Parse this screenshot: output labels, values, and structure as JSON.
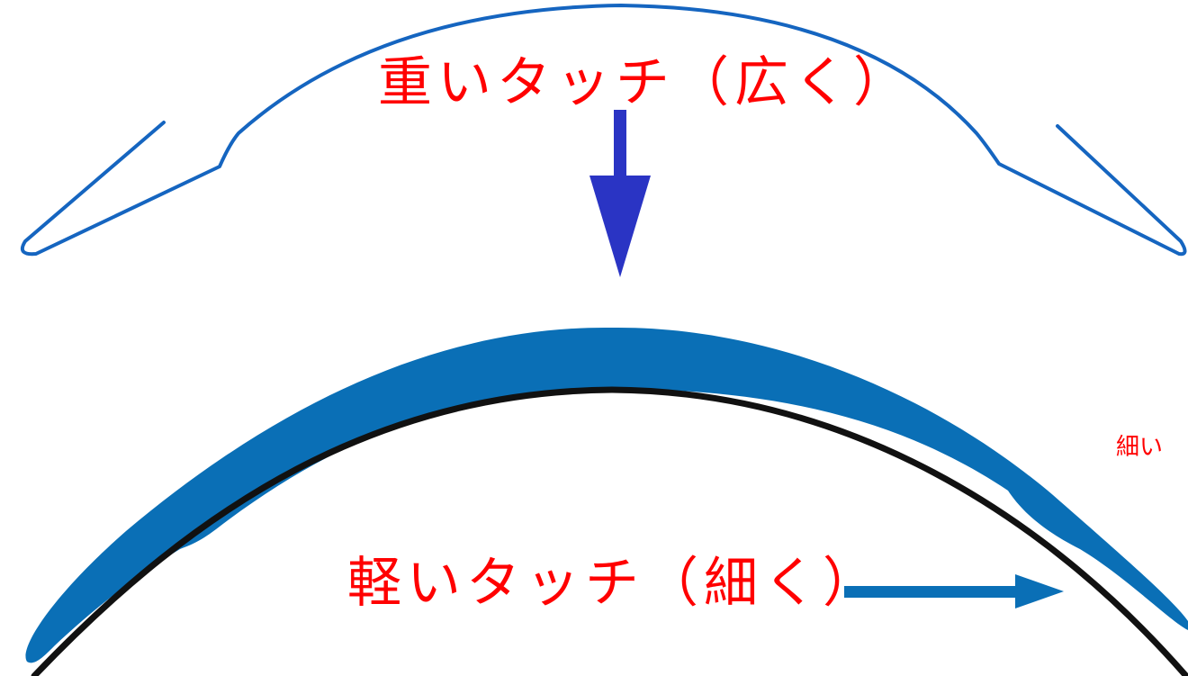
{
  "labels": {
    "heavy_touch": "重いタッチ（広く）",
    "light_touch": "軽いタッチ（細く）",
    "side_note": "細い"
  },
  "colors": {
    "label_text": "#ff0000",
    "lens_outline": "#1565c0",
    "lens_fill": "#0a6fb6",
    "cornea_line": "#111111",
    "down_arrow": "#2a34c4",
    "pointer_arrow": "#0a6fb6",
    "background": "#ffffff"
  }
}
